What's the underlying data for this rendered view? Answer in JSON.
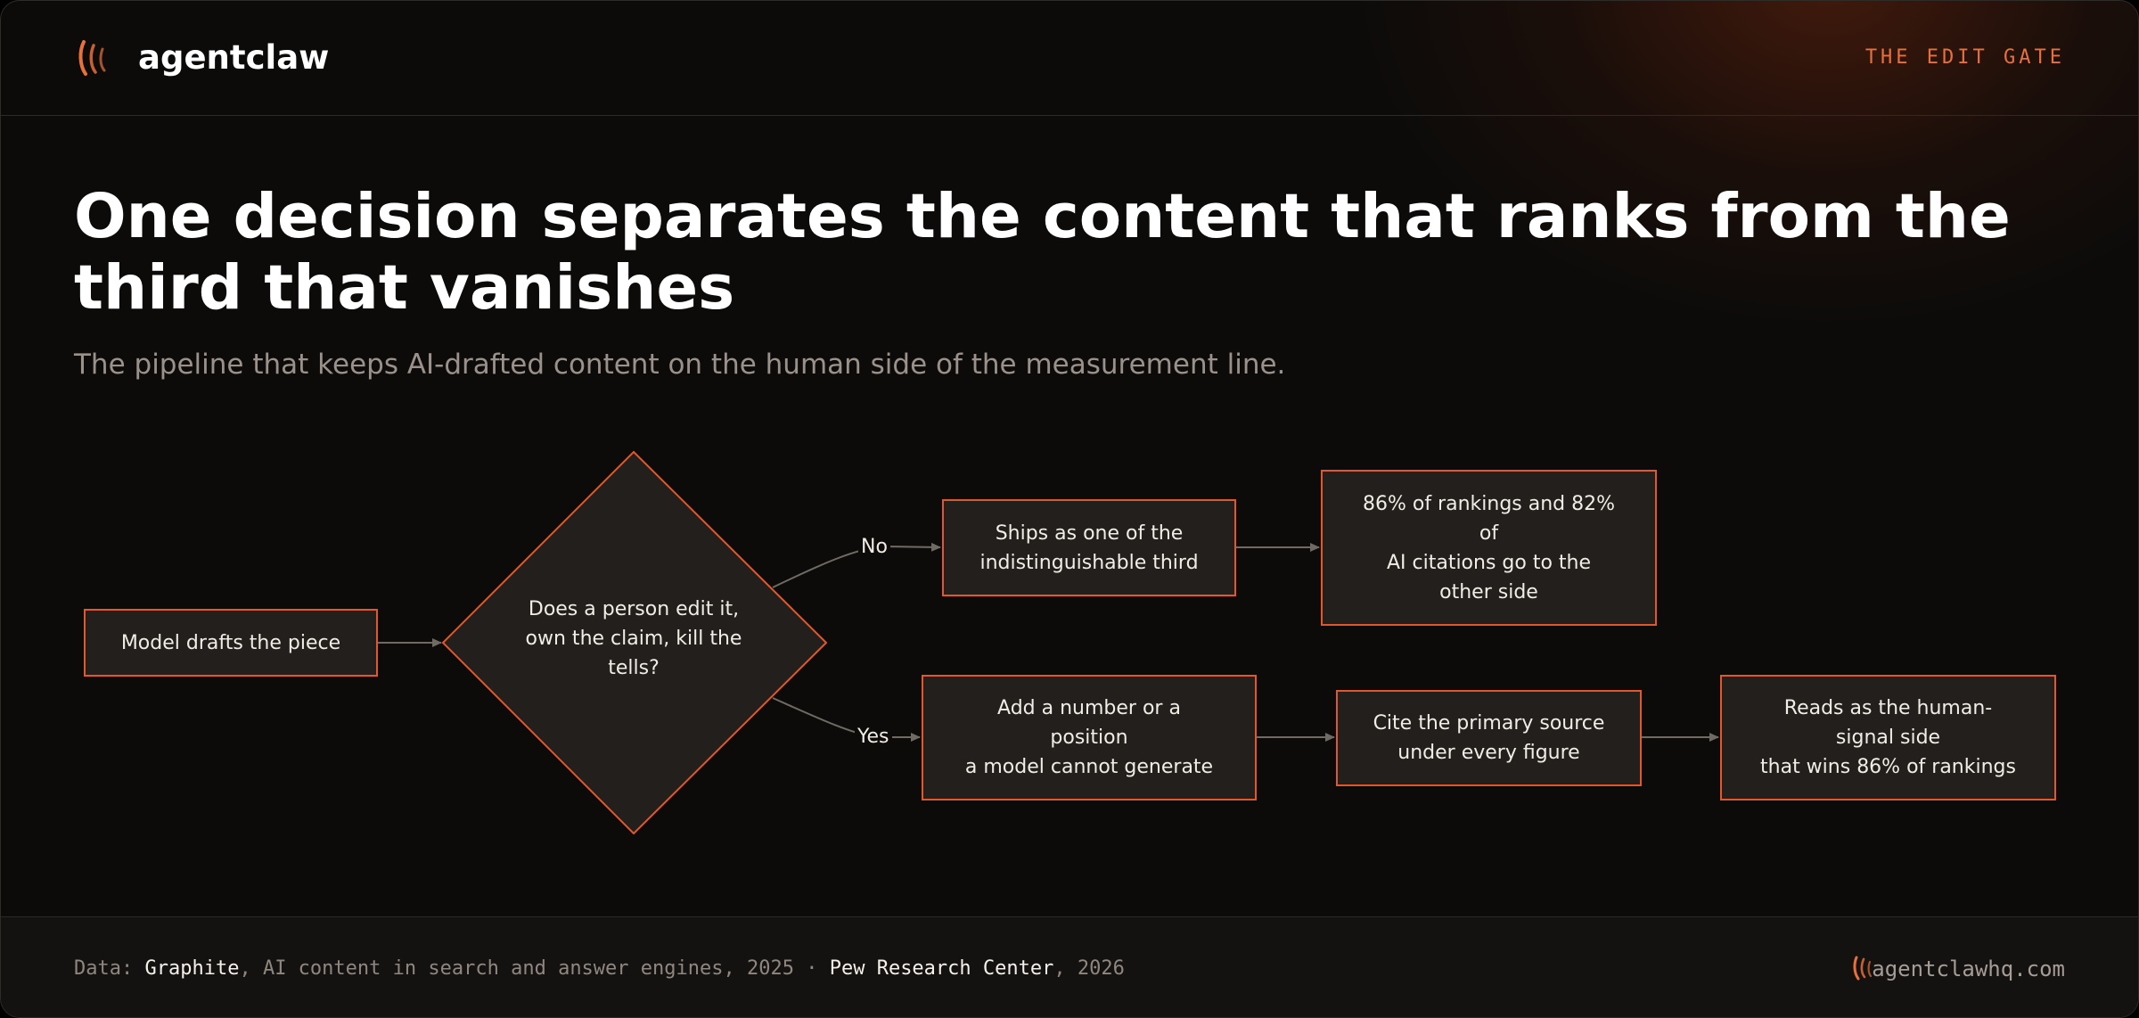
{
  "header": {
    "brand_name": "agentclaw",
    "brand_icon": "claw-marks-icon",
    "kicker": "THE EDIT GATE"
  },
  "title": "One decision separates the content that ranks from the third that vanishes",
  "subtitle": "The pipeline that keeps AI-drafted content on the human side of the measurement line.",
  "flowchart": {
    "nodes": {
      "draft": "Model drafts the piece",
      "decision": "Does a person edit it,\nown the claim, kill the\ntells?",
      "no_ships": "Ships as one of the\nindistinguishable third",
      "no_result": "86% of rankings and 82%\nof\nAI citations go to the\nother side",
      "yes_add": "Add a number or a\nposition\na model cannot generate",
      "yes_cite": "Cite the primary source\nunder every figure",
      "yes_result": "Reads as the human-\nsignal side\nthat wins 86% of rankings"
    },
    "edges": {
      "no_label": "No",
      "yes_label": "Yes"
    },
    "colors": {
      "node_border": "#e2582a",
      "node_fill": "#221f1c",
      "edge": "#6f6a64"
    }
  },
  "footer": {
    "source_prefix": "Data: ",
    "source_1": "Graphite",
    "source_1_detail": ", AI content in search and answer engines, 2025 · ",
    "source_2": "Pew Research Center",
    "source_2_detail": ", 2026",
    "site": "agentclawhq.com",
    "site_icon": "claw-marks-icon"
  },
  "colors": {
    "accent": "#e8703a",
    "background": "#0c0b0a"
  }
}
